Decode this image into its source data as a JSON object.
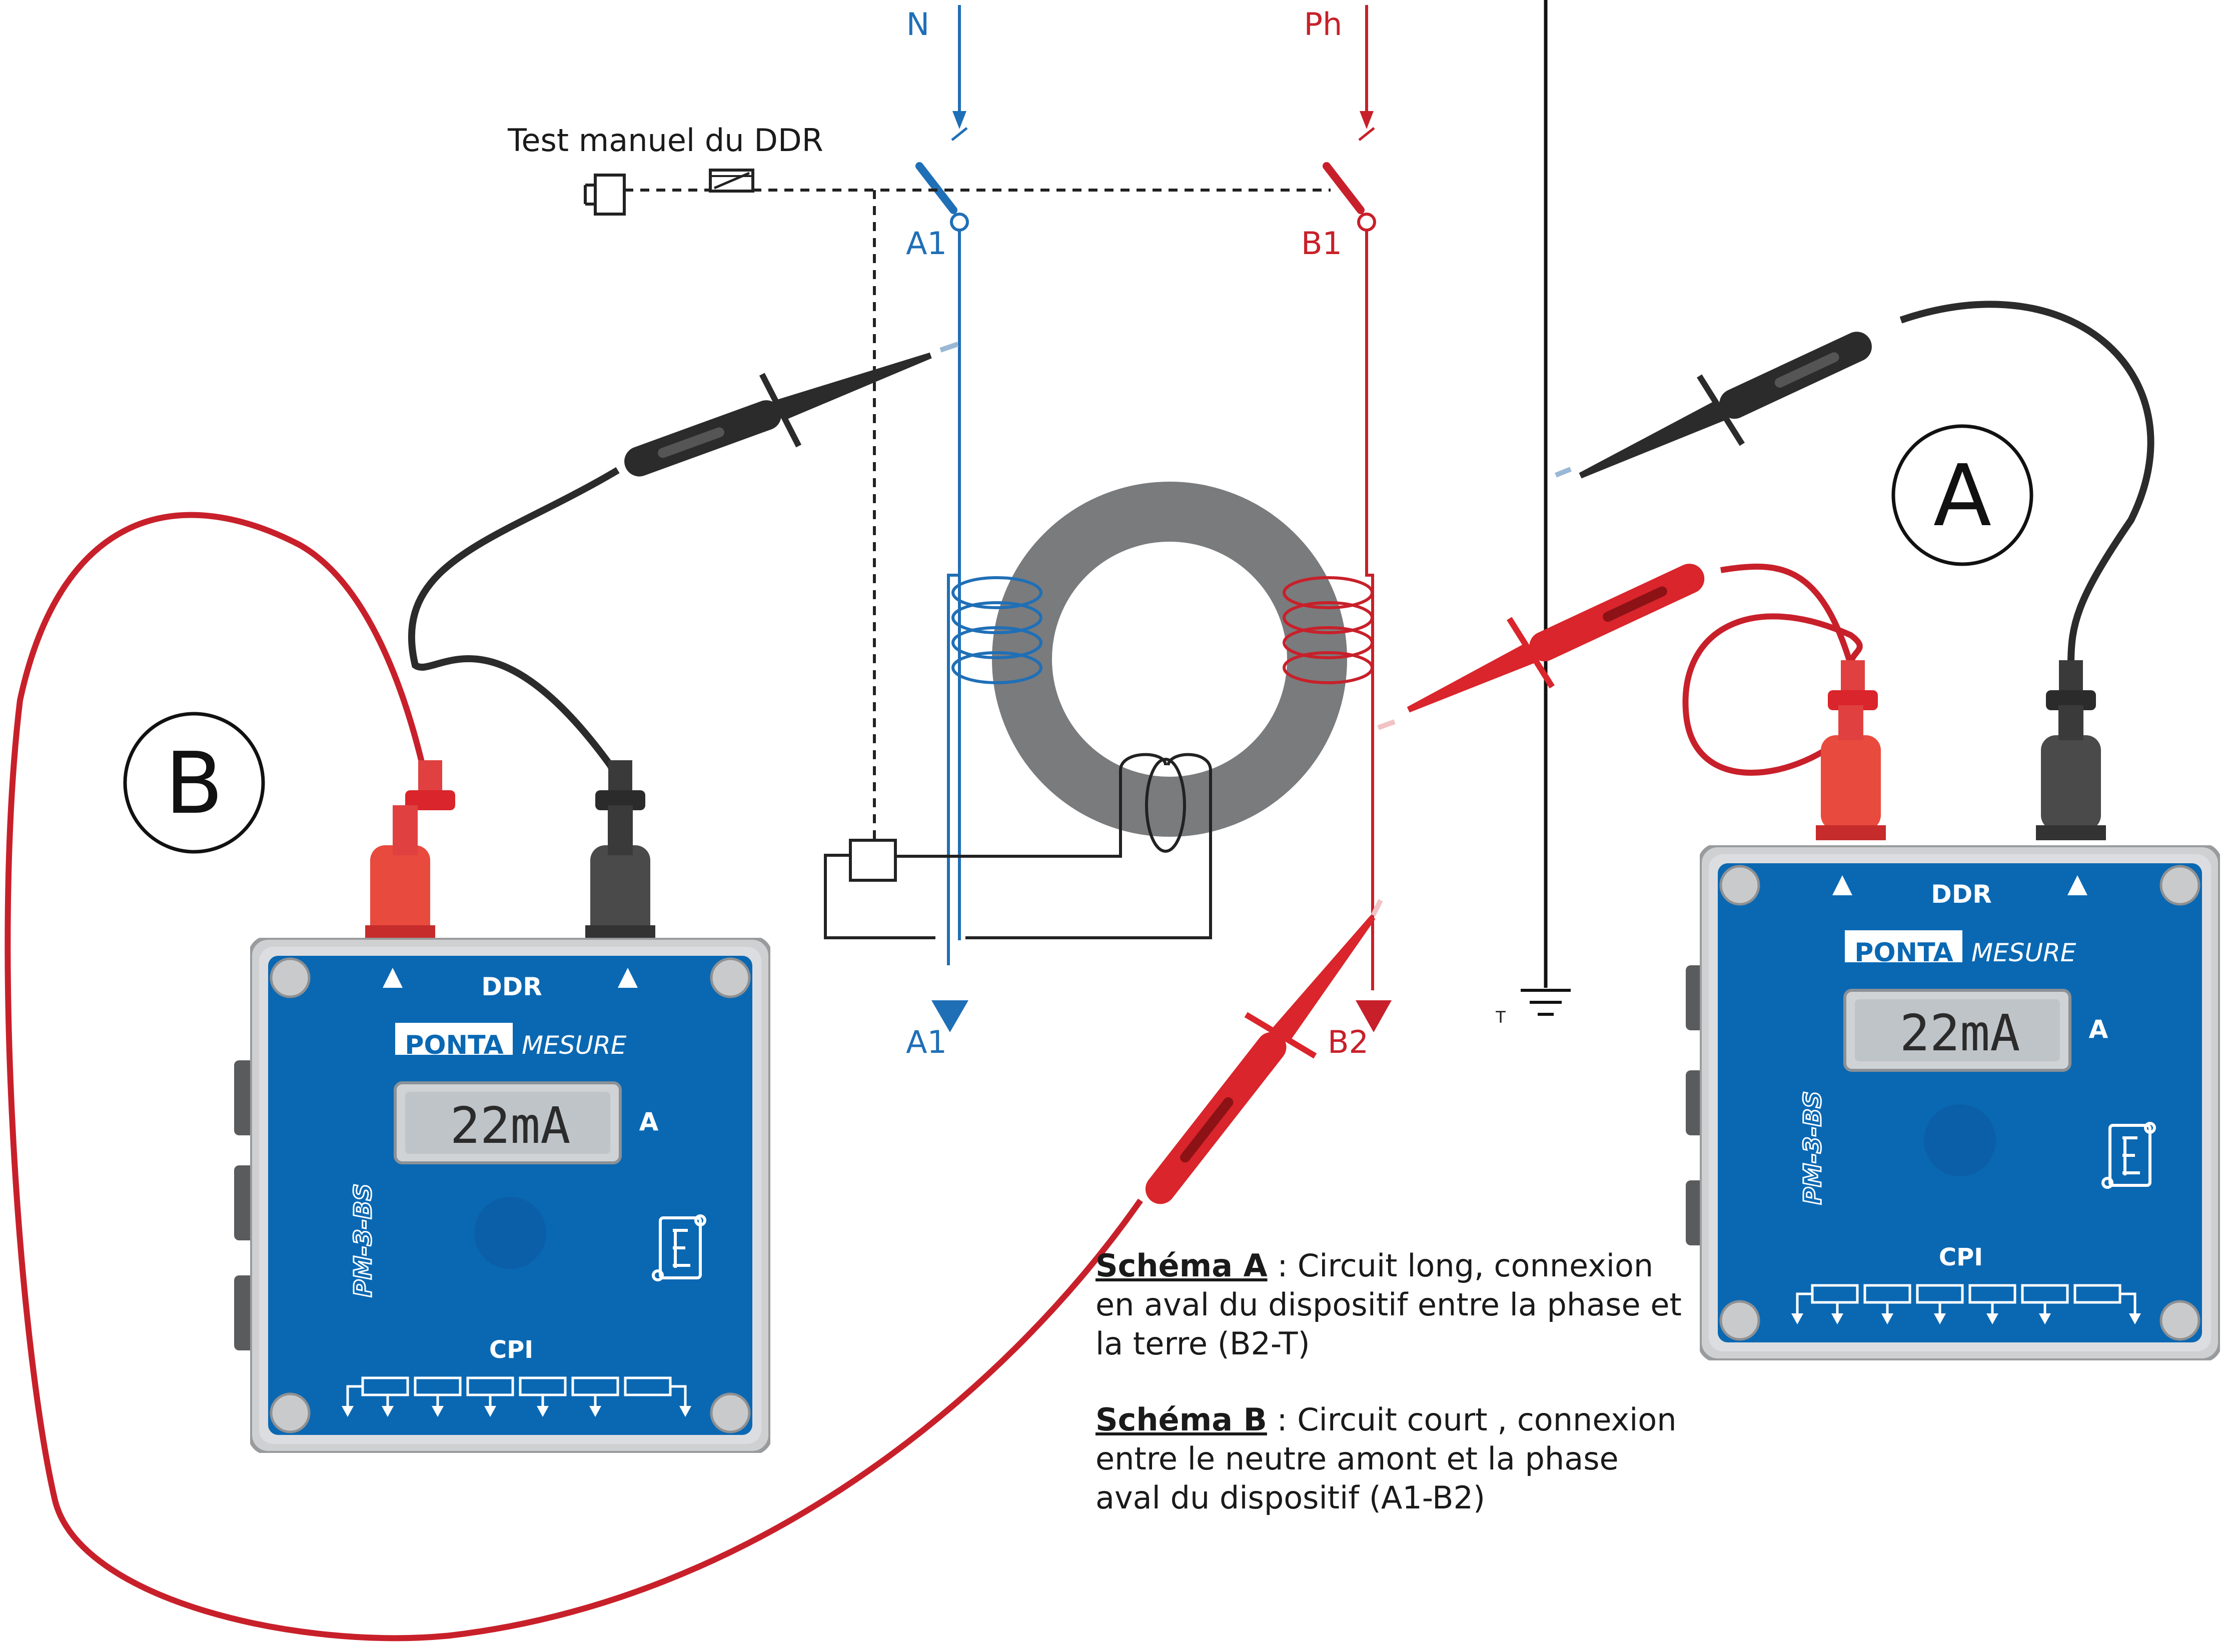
{
  "labels": {
    "neutral": "N",
    "phase": "Ph",
    "test_manual": "Test manuel du DDR",
    "a1_top": "A1",
    "b1_top": "B1",
    "a1_bottom": "A1",
    "b2_bottom": "B2",
    "earth": "T"
  },
  "schemes": {
    "a": {
      "letter": "A",
      "title": "Schéma A",
      "separator": " : ",
      "text_lines": [
        "Circuit long, connexion",
        "en aval du dispositif entre la phase et",
        "la terre (B2-T)"
      ]
    },
    "b": {
      "letter": "B",
      "title": "Schéma B",
      "separator": " : ",
      "text_lines": [
        "Circuit court , connexion",
        "entre le neutre amont et la phase",
        "aval du dispositif (A1-B2)"
      ]
    }
  },
  "device": {
    "top_label": "DDR",
    "brand_left": "PONTA",
    "brand_right": "MESURE",
    "display_value": "22mA",
    "unit_label": "A",
    "model": "PM-3-BS",
    "bottom_label": "CPI",
    "logo_icon": "pf-logo-icon"
  },
  "colors": {
    "neutral_wire": "#1f6fb6",
    "phase_wire": "#c8202a",
    "probe_black": "#2b2b2b",
    "probe_red": "#d9252b",
    "device_blue": "#0a68b3",
    "toroid": "#7a7b7d"
  }
}
